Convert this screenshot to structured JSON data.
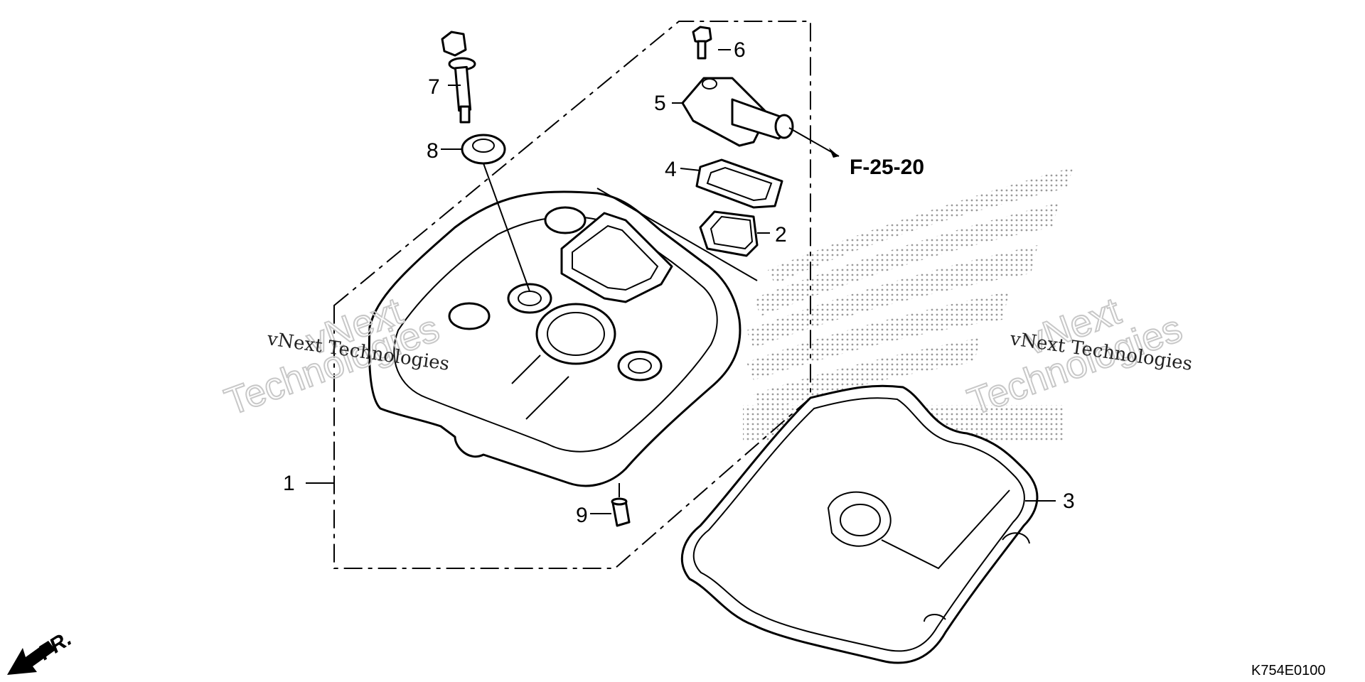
{
  "diagram": {
    "reference_code": "F-25-20",
    "drawing_number": "K754E0100",
    "direction_label": "FR.",
    "callouts": [
      "1",
      "2",
      "3",
      "4",
      "5",
      "6",
      "7",
      "8",
      "9"
    ],
    "watermark": {
      "line_small": "vNext Technologies",
      "line_big_1": "vNext",
      "line_big_2": "Technologies"
    }
  }
}
